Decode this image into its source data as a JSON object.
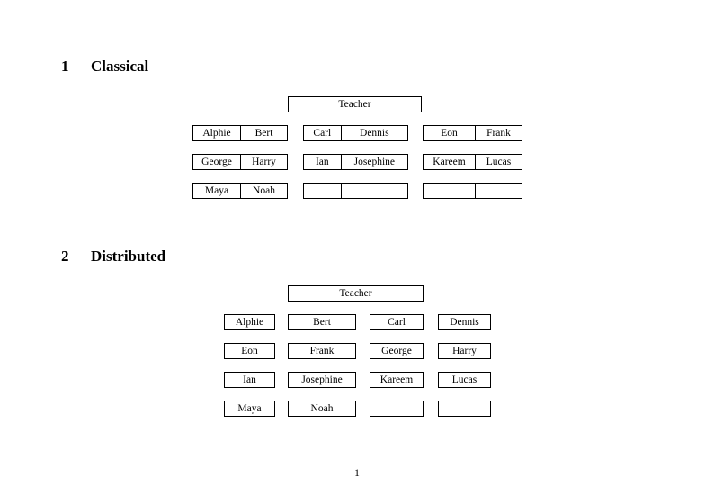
{
  "document": {
    "page_number": "1"
  },
  "sections": [
    {
      "number": "1",
      "title": "Classical",
      "root": {
        "label": "Teacher"
      },
      "groups": [
        {
          "rows": [
            {
              "left": "Alphie",
              "right": "Bert"
            },
            {
              "left": "George",
              "right": "Harry"
            },
            {
              "left": "Maya",
              "right": "Noah"
            }
          ]
        },
        {
          "rows": [
            {
              "left": "Carl",
              "right": "Dennis"
            },
            {
              "left": "Ian",
              "right": "Josephine"
            },
            {
              "left": "",
              "right": ""
            }
          ]
        },
        {
          "rows": [
            {
              "left": "Eon",
              "right": "Frank"
            },
            {
              "left": "Kareem",
              "right": "Lucas"
            },
            {
              "left": "",
              "right": ""
            }
          ]
        }
      ]
    },
    {
      "number": "2",
      "title": "Distributed",
      "root": {
        "label": "Teacher"
      },
      "rows": [
        [
          "Alphie",
          "Bert",
          "Carl",
          "Dennis"
        ],
        [
          "Eon",
          "Frank",
          "George",
          "Harry"
        ],
        [
          "Ian",
          "Josephine",
          "Kareem",
          "Lucas"
        ],
        [
          "Maya",
          "Noah",
          "",
          ""
        ]
      ]
    }
  ]
}
